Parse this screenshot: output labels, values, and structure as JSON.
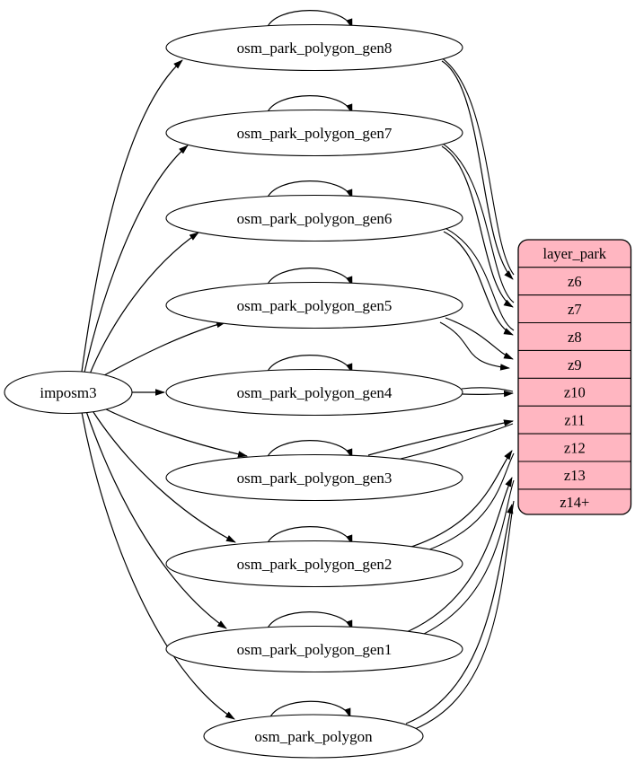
{
  "diagram": {
    "source": {
      "label": "imposm3"
    },
    "tables": [
      {
        "label": "osm_park_polygon_gen8",
        "zoom_target": "z6"
      },
      {
        "label": "osm_park_polygon_gen7",
        "zoom_target": "z7"
      },
      {
        "label": "osm_park_polygon_gen6",
        "zoom_target": "z8"
      },
      {
        "label": "osm_park_polygon_gen5",
        "zoom_target": "z9"
      },
      {
        "label": "osm_park_polygon_gen4",
        "zoom_target": "z10"
      },
      {
        "label": "osm_park_polygon_gen3",
        "zoom_target": "z11"
      },
      {
        "label": "osm_park_polygon_gen2",
        "zoom_target": "z12"
      },
      {
        "label": "osm_park_polygon_gen1",
        "zoom_target": "z13"
      },
      {
        "label": "osm_park_polygon",
        "zoom_target": "z14+"
      }
    ],
    "layer": {
      "title": "layer_park",
      "zoom_rows": [
        "z6",
        "z7",
        "z8",
        "z9",
        "z10",
        "z11",
        "z12",
        "z13",
        "z14+"
      ]
    },
    "edges": {
      "from_source_to": [
        "osm_park_polygon_gen8",
        "osm_park_polygon_gen7",
        "osm_park_polygon_gen6",
        "osm_park_polygon_gen5",
        "osm_park_polygon_gen4",
        "osm_park_polygon_gen3",
        "osm_park_polygon_gen2",
        "osm_park_polygon_gen1",
        "osm_park_polygon"
      ],
      "self_loops": [
        "osm_park_polygon_gen8",
        "osm_park_polygon_gen7",
        "osm_park_polygon_gen6",
        "osm_park_polygon_gen5",
        "osm_park_polygon_gen4",
        "osm_park_polygon_gen3",
        "osm_park_polygon_gen2",
        "osm_park_polygon_gen1",
        "osm_park_polygon"
      ],
      "table_to_zoom": [
        {
          "from": "osm_park_polygon_gen8",
          "to": "z6"
        },
        {
          "from": "osm_park_polygon_gen7",
          "to": "z7"
        },
        {
          "from": "osm_park_polygon_gen6",
          "to": "z8"
        },
        {
          "from": "osm_park_polygon_gen5",
          "to": "z9"
        },
        {
          "from": "osm_park_polygon_gen4",
          "to": "z10"
        },
        {
          "from": "osm_park_polygon_gen3",
          "to": "z11"
        },
        {
          "from": "osm_park_polygon_gen2",
          "to": "z12"
        },
        {
          "from": "osm_park_polygon_gen1",
          "to": "z13"
        },
        {
          "from": "osm_park_polygon",
          "to": "z14+"
        }
      ]
    },
    "colors": {
      "layer_fill": "#FFB6C1",
      "node_fill": "#FFFFFF",
      "stroke": "#000000",
      "background": "#FFFFFF"
    }
  }
}
